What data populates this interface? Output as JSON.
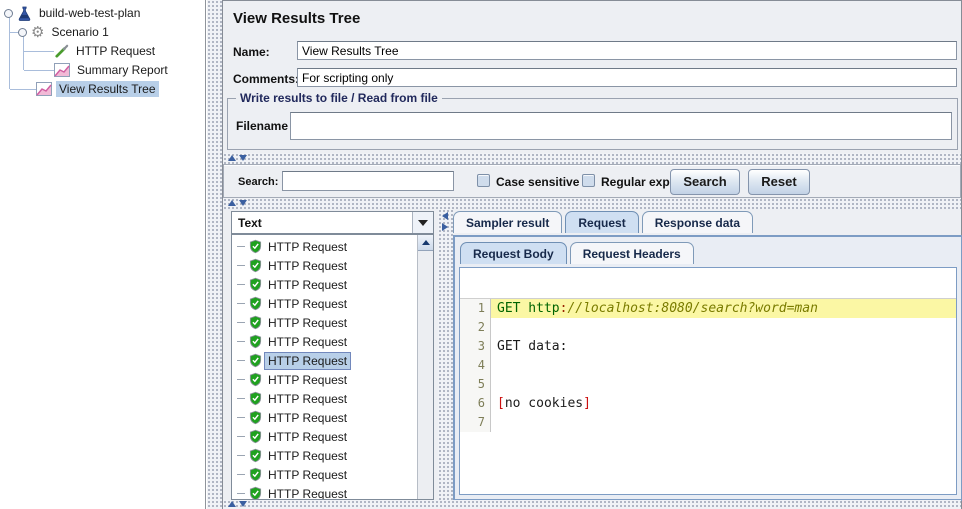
{
  "colors": {
    "keyword": "#006400",
    "operator": "#992200",
    "comment": "#7a7c00",
    "bracket": "#cc1111",
    "plain": "#1b1b1b",
    "line_highlight": "#fbf7a4",
    "selection": "#b8cfe8",
    "accent_border": "#7d9cc4",
    "tab_active_bg": "#cfdff2"
  },
  "tree": {
    "items": [
      {
        "label": "build-web-test-plan"
      },
      {
        "label": "Scenario 1"
      },
      {
        "label": "HTTP Request"
      },
      {
        "label": "Summary Report"
      },
      {
        "label": "View Results Tree"
      }
    ]
  },
  "main": {
    "title": "View Results Tree",
    "name_label": "Name:",
    "name_value": "View Results Tree",
    "comments_label": "Comments:",
    "comments_value": "For scripting only",
    "file_group": {
      "title": "Write results to file / Read from file",
      "filename_label": "Filename",
      "filename_value": ""
    }
  },
  "search": {
    "label": "Search:",
    "value": "",
    "case_sensitive": "Case sensitive",
    "regex": "Regular exp.",
    "search_btn": "Search",
    "reset_btn": "Reset"
  },
  "results_panel": {
    "view_selector": "Text",
    "selected_index": 6,
    "items": [
      "HTTP Request",
      "HTTP Request",
      "HTTP Request",
      "HTTP Request",
      "HTTP Request",
      "HTTP Request",
      "HTTP Request",
      "HTTP Request",
      "HTTP Request",
      "HTTP Request",
      "HTTP Request",
      "HTTP Request",
      "HTTP Request",
      "HTTP Request"
    ]
  },
  "tabs": {
    "main": [
      "Sampler result",
      "Request",
      "Response data"
    ],
    "request": [
      "Request Body",
      "Request Headers"
    ]
  },
  "editor": {
    "lines": [
      {
        "n": "1",
        "highlight": true,
        "segments": [
          {
            "t": "GET http",
            "c": "keyword"
          },
          {
            "t": ":",
            "c": "operator"
          },
          {
            "t": "//localhost:8080/search?word=man",
            "c": "comment"
          }
        ]
      },
      {
        "n": "2",
        "segments": []
      },
      {
        "n": "3",
        "segments": [
          {
            "t": "GET data:",
            "c": "plain"
          }
        ]
      },
      {
        "n": "4",
        "segments": []
      },
      {
        "n": "5",
        "segments": []
      },
      {
        "n": "6",
        "segments": [
          {
            "t": "[",
            "c": "bracket"
          },
          {
            "t": "no cookies",
            "c": "plain"
          },
          {
            "t": "]",
            "c": "bracket"
          }
        ]
      },
      {
        "n": "7",
        "segments": []
      }
    ]
  }
}
